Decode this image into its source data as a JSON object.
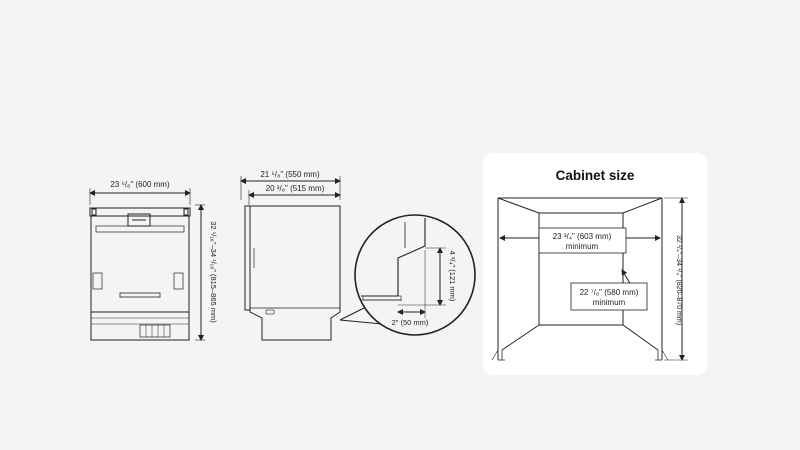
{
  "front_view": {
    "width_label": "23 ⁵/₈\" (600 mm)",
    "height_label": "32 ¹/₁₆\"–34 ¹/₁₆\" (815–865 mm)"
  },
  "side_view": {
    "depth_label": "21 ⁵/₈\" (550 mm)",
    "body_depth_label": "20 ³/₈\" (515 mm)"
  },
  "detail_view": {
    "height_label": "4 ³/₄\" (121 mm)",
    "width_label": "2\" (50 mm)"
  },
  "cabinet": {
    "title": "Cabinet size",
    "width_label": "23 ³/₄\" (603 mm)",
    "width_sub": "minimum",
    "depth_label": "22 ⁷/₈\" (580 mm)",
    "depth_sub": "minimum",
    "height_label": "32 ¹/₄\"–34 ¹/₄\" (820–870 mm)"
  },
  "colors": {
    "background": "#f4f4f4",
    "card": "#ffffff",
    "line": "#222222"
  }
}
